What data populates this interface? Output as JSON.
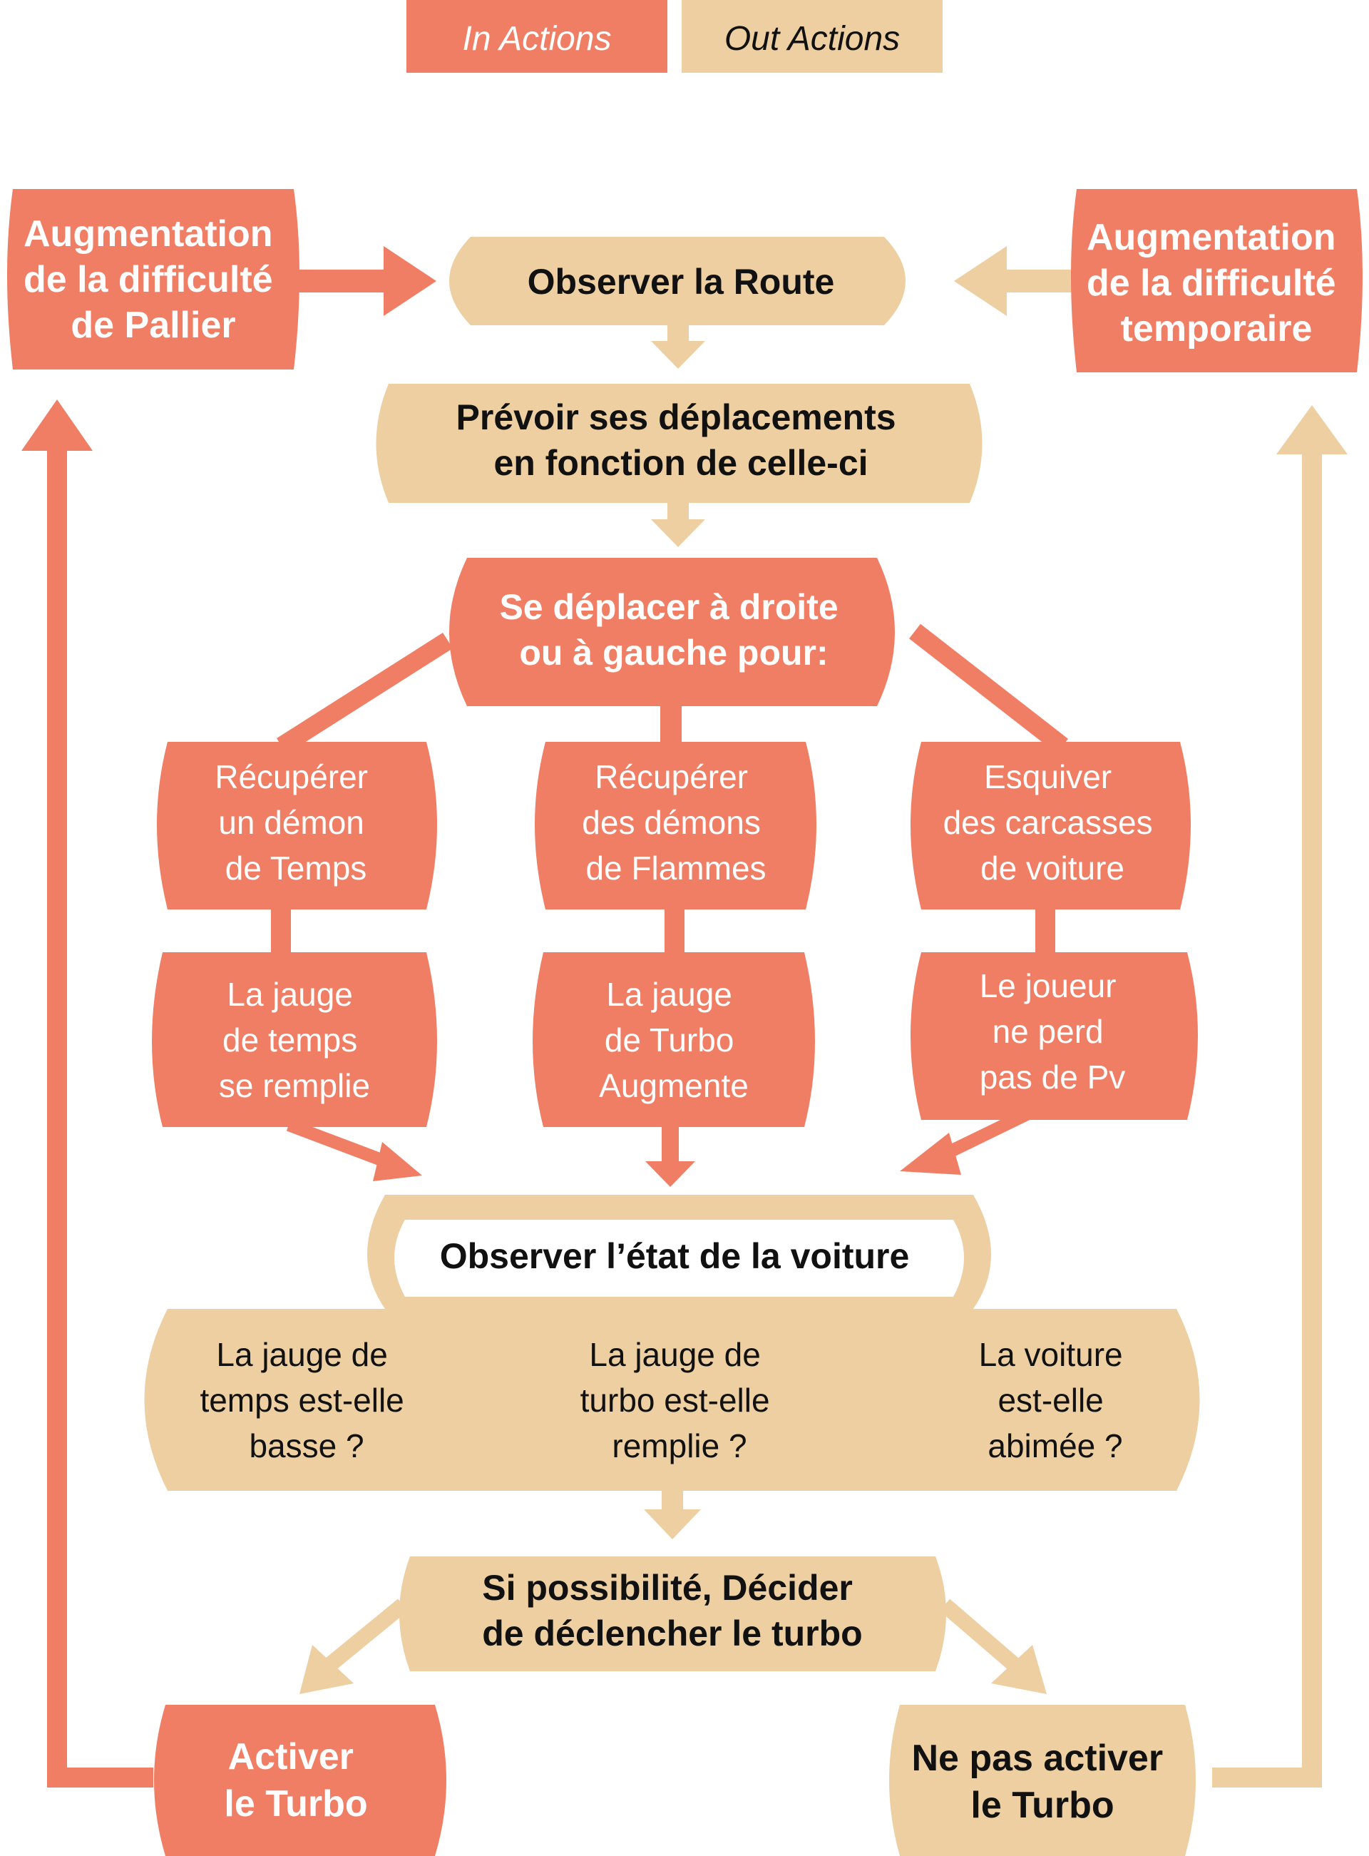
{
  "colors": {
    "in_action": "#ef7e64",
    "out_action": "#edcfa1",
    "text_dark": "#111111",
    "text_light": "#ffffff"
  },
  "legend": {
    "in_label": "In Actions",
    "out_label": "Out Actions"
  },
  "nodes": {
    "pallier": [
      "Augmentation",
      "de la difficulté",
      "de Pallier"
    ],
    "temporaire": [
      "Augmentation",
      "de la difficulté",
      "temporaire"
    ],
    "observer_route": [
      "Observer la Route"
    ],
    "prevoir": [
      "Prévoir ses déplacements",
      "en fonction de celle-ci"
    ],
    "deplacer": [
      "Se déplacer à droite",
      "ou à gauche pour:"
    ],
    "recup_temps": [
      "Récupérer",
      "un démon",
      "de Temps"
    ],
    "recup_flammes": [
      "Récupérer",
      "des démons",
      "de Flammes"
    ],
    "esquiver": [
      "Esquiver",
      "des carcasses",
      "de voiture"
    ],
    "jauge_temps": [
      "La jauge",
      "de temps",
      "se remplie"
    ],
    "jauge_turbo": [
      "La jauge",
      "de Turbo",
      "Augmente"
    ],
    "joueur_pv": [
      "Le joueur",
      "ne perd",
      "pas de Pv"
    ],
    "observer_voiture": [
      "Observer l’état de la voiture"
    ],
    "q_temps": [
      "La jauge de",
      "temps est-elle",
      "basse ?"
    ],
    "q_turbo": [
      "La jauge de",
      "turbo est-elle",
      "remplie ?"
    ],
    "q_voiture": [
      "La voiture",
      "est-elle",
      "abimée ?"
    ],
    "decider": [
      "Si possibilité, Décider",
      "de déclencher le turbo"
    ],
    "activer": [
      "Activer",
      "le Turbo"
    ],
    "ne_pas_activer": [
      "Ne pas activer",
      "le Turbo"
    ]
  }
}
